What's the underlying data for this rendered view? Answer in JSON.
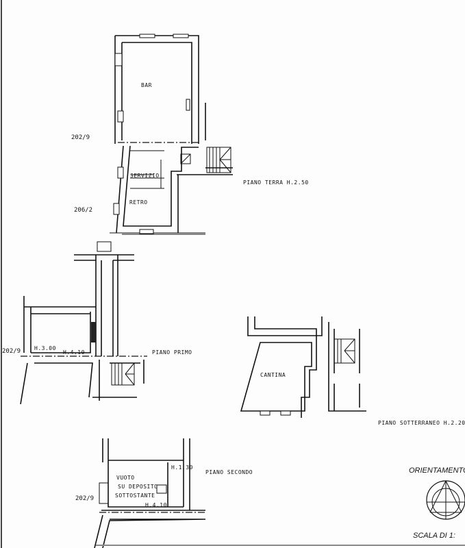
{
  "ground_floor": {
    "title": "PIANO TERRA H.2.50",
    "rooms": {
      "bar": "BAR",
      "servizio": "SERVIZIO",
      "retro": "RETRO"
    },
    "parcels": [
      "202/9",
      "206/2"
    ]
  },
  "first_floor": {
    "title": "PIANO PRIMO",
    "parcel": "202/9",
    "heights": [
      "H.3.00",
      "H.4.10"
    ]
  },
  "basement": {
    "title": "PIANO SOTTERRANEO H.2.20",
    "rooms": {
      "cantina": "CANTINA"
    }
  },
  "second_floor": {
    "title": "PIANO SECONDO",
    "parcel": "202/9",
    "room_lines": [
      "VUOTO",
      "SU DEPOSITO",
      "SOTTOSTANTE"
    ],
    "heights": [
      "H.1.30",
      "H.4.10"
    ]
  },
  "legend": {
    "orientation_label": "ORIENTAMENTO",
    "scale_label": "SCALA DI 1:"
  }
}
